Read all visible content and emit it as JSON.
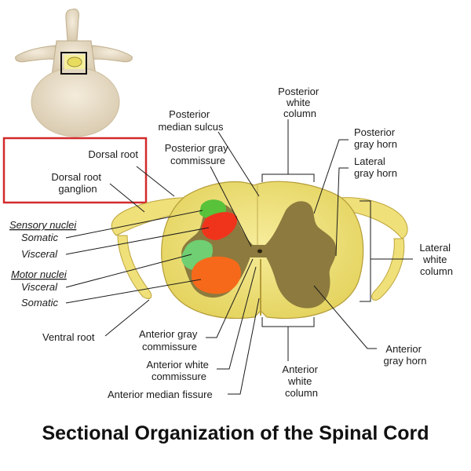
{
  "title": "Sectional Organization of the Spinal Cord",
  "labels": {
    "posterior_white_column": [
      "Posterior",
      "white",
      "column"
    ],
    "posterior_median_sulcus": [
      "Posterior",
      "median sulcus"
    ],
    "posterior_gray_commissure": [
      "Posterior gray",
      "commissure"
    ],
    "posterior_gray_horn": [
      "Posterior",
      "gray horn"
    ],
    "lateral_gray_horn": [
      "Lateral",
      "gray horn"
    ],
    "lateral_white_column": [
      "Lateral",
      "white",
      "column"
    ],
    "dorsal_root": "Dorsal root",
    "dorsal_root_ganglion": [
      "Dorsal root",
      "ganglion"
    ],
    "sensory_nuclei": "Sensory nuclei",
    "sensory_somatic": "Somatic",
    "sensory_visceral": "Visceral",
    "motor_nuclei": "Motor nuclei",
    "motor_visceral": "Visceral",
    "motor_somatic": "Somatic",
    "ventral_root": "Ventral root",
    "anterior_gray_commissure": [
      "Anterior gray",
      "commissure"
    ],
    "anterior_white_commissure": [
      "Anterior white",
      "commissure"
    ],
    "anterior_median_fissure": "Anterior median fissure",
    "anterior_gray_horn": [
      "Anterior",
      "gray horn"
    ],
    "anterior_white_column": [
      "Anterior",
      "white",
      "column"
    ]
  },
  "colors": {
    "white_matter": "#efe27a",
    "gray_matter": "#8c7a3e",
    "sensory_somatic": "#58c23a",
    "sensory_visceral": "#f0341c",
    "motor_visceral": "#6fcf72",
    "motor_somatic": "#f6691a",
    "highlight_box": "#d12a2a",
    "vertebra": "#e8dcc4"
  }
}
